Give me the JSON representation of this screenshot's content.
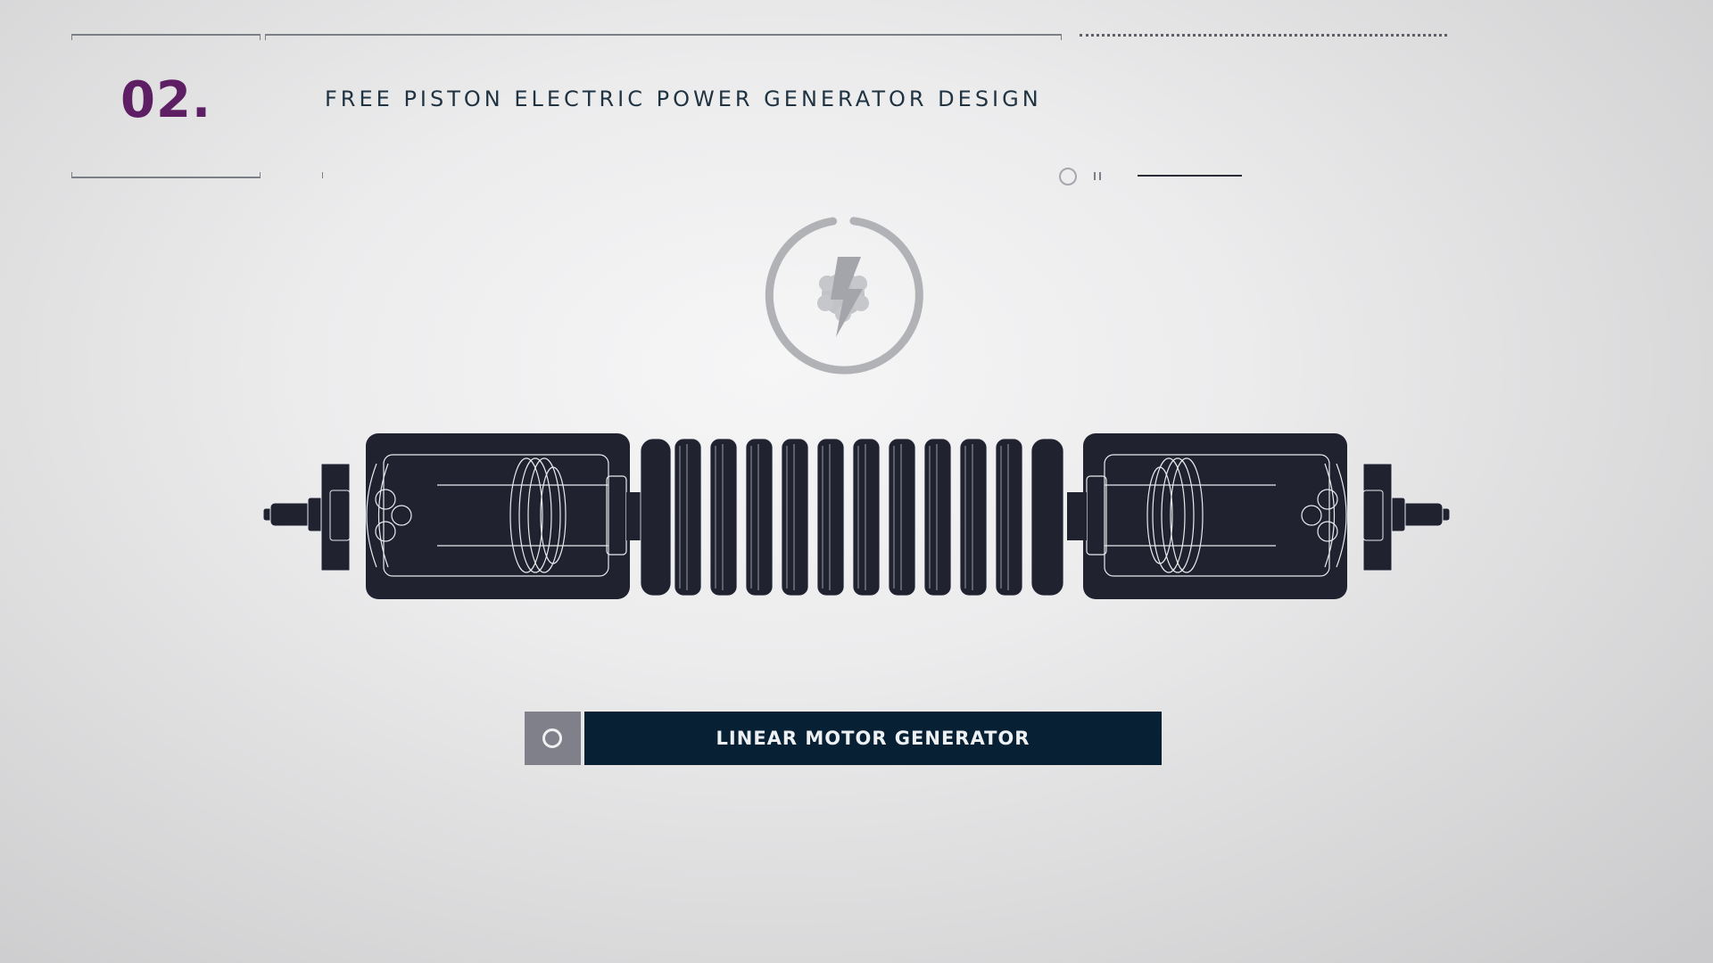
{
  "header": {
    "section_number": "02.",
    "title": "FREE PISTON ELECTRIC POWER GENERATOR DESIGN"
  },
  "caption": {
    "label": "LINEAR MOTOR GENERATOR"
  },
  "icons": {
    "logo": "power-bolt-icon",
    "status": "circle-icon",
    "pause": "pause-icon",
    "caption": "circle-icon"
  },
  "colors": {
    "accent": "#5e1e63",
    "title_text": "#1f3342",
    "caption_bar": "#082033",
    "caption_icon_box": "#7f8089",
    "drawing_fill": "#202230"
  }
}
